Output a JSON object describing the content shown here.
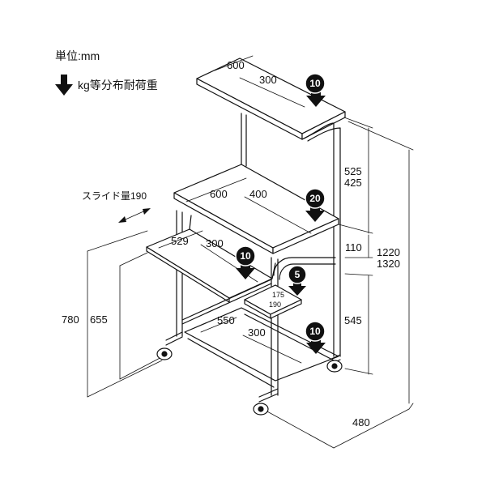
{
  "legend": {
    "unit": "単位:mm",
    "load": "kg等分布耐荷重",
    "arrow_icon": "down-arrow-icon"
  },
  "top_shelf": {
    "width": "600",
    "depth": "300",
    "load": "10"
  },
  "desk": {
    "width": "600",
    "depth": "400",
    "load": "20"
  },
  "slide": {
    "label": "スライド量190"
  },
  "keyboard": {
    "width": "529",
    "depth": "300",
    "load": "10"
  },
  "mouse_tray": {
    "depth": "175",
    "width": "190",
    "load": "5"
  },
  "bottom_shelf": {
    "width": "550",
    "depth": "300",
    "load": "10"
  },
  "heights": {
    "upper_1": "525",
    "upper_2": "425",
    "mid": "110",
    "total_1": "1220",
    "total_2": "1320",
    "lower": "545",
    "left_outer": "780",
    "left_inner": "655",
    "depth_base": "480"
  }
}
